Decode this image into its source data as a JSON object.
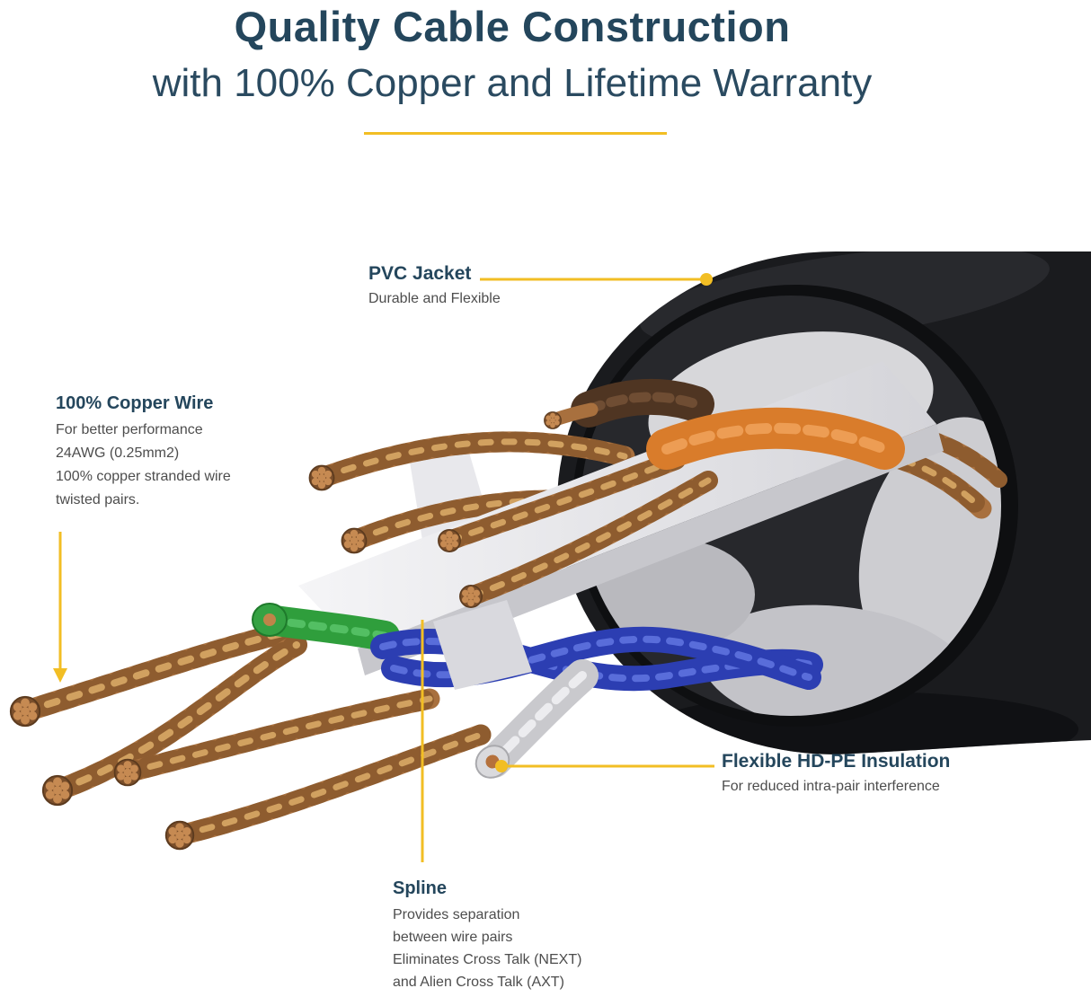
{
  "header": {
    "title": "Quality Cable Construction",
    "subtitle": "with 100% Copper and Lifetime Warranty"
  },
  "callouts": {
    "pvc_jacket": {
      "title": "PVC Jacket",
      "description": "Durable and Flexible"
    },
    "copper_wire": {
      "title": "100% Copper Wire",
      "description": "For better performance\n24AWG (0.25mm2)\n100% copper stranded wire\ntwisted pairs."
    },
    "insulation": {
      "title": "Flexible HD-PE Insulation",
      "description": "For reduced intra-pair interference"
    },
    "spline": {
      "title": "Spline",
      "description": "Provides separation\nbetween wire pairs\nEliminates Cross Talk (NEXT)\nand Alien Cross Talk (AXT)"
    }
  },
  "illustration": {
    "name": "ethernet-cable-cutaway",
    "parts": [
      "pvc-jacket",
      "copper-twisted-pairs",
      "spline",
      "hd-pe-insulation",
      "orange-wire",
      "blue-wire",
      "green-wire",
      "brown-wire",
      "gray-wire"
    ]
  },
  "colors": {
    "heading": "#24465C",
    "body_text": "#4D4D4D",
    "accent": "#F2BE24",
    "jacket": "#1A1B1E",
    "copper": "#A8703E",
    "spline": "#ECECEF",
    "wire_orange": "#D97C2B",
    "wire_blue": "#2C3EB2",
    "wire_green": "#2F9E3C",
    "wire_brown": "#4F3522",
    "wire_gray": "#C9C9CD"
  }
}
